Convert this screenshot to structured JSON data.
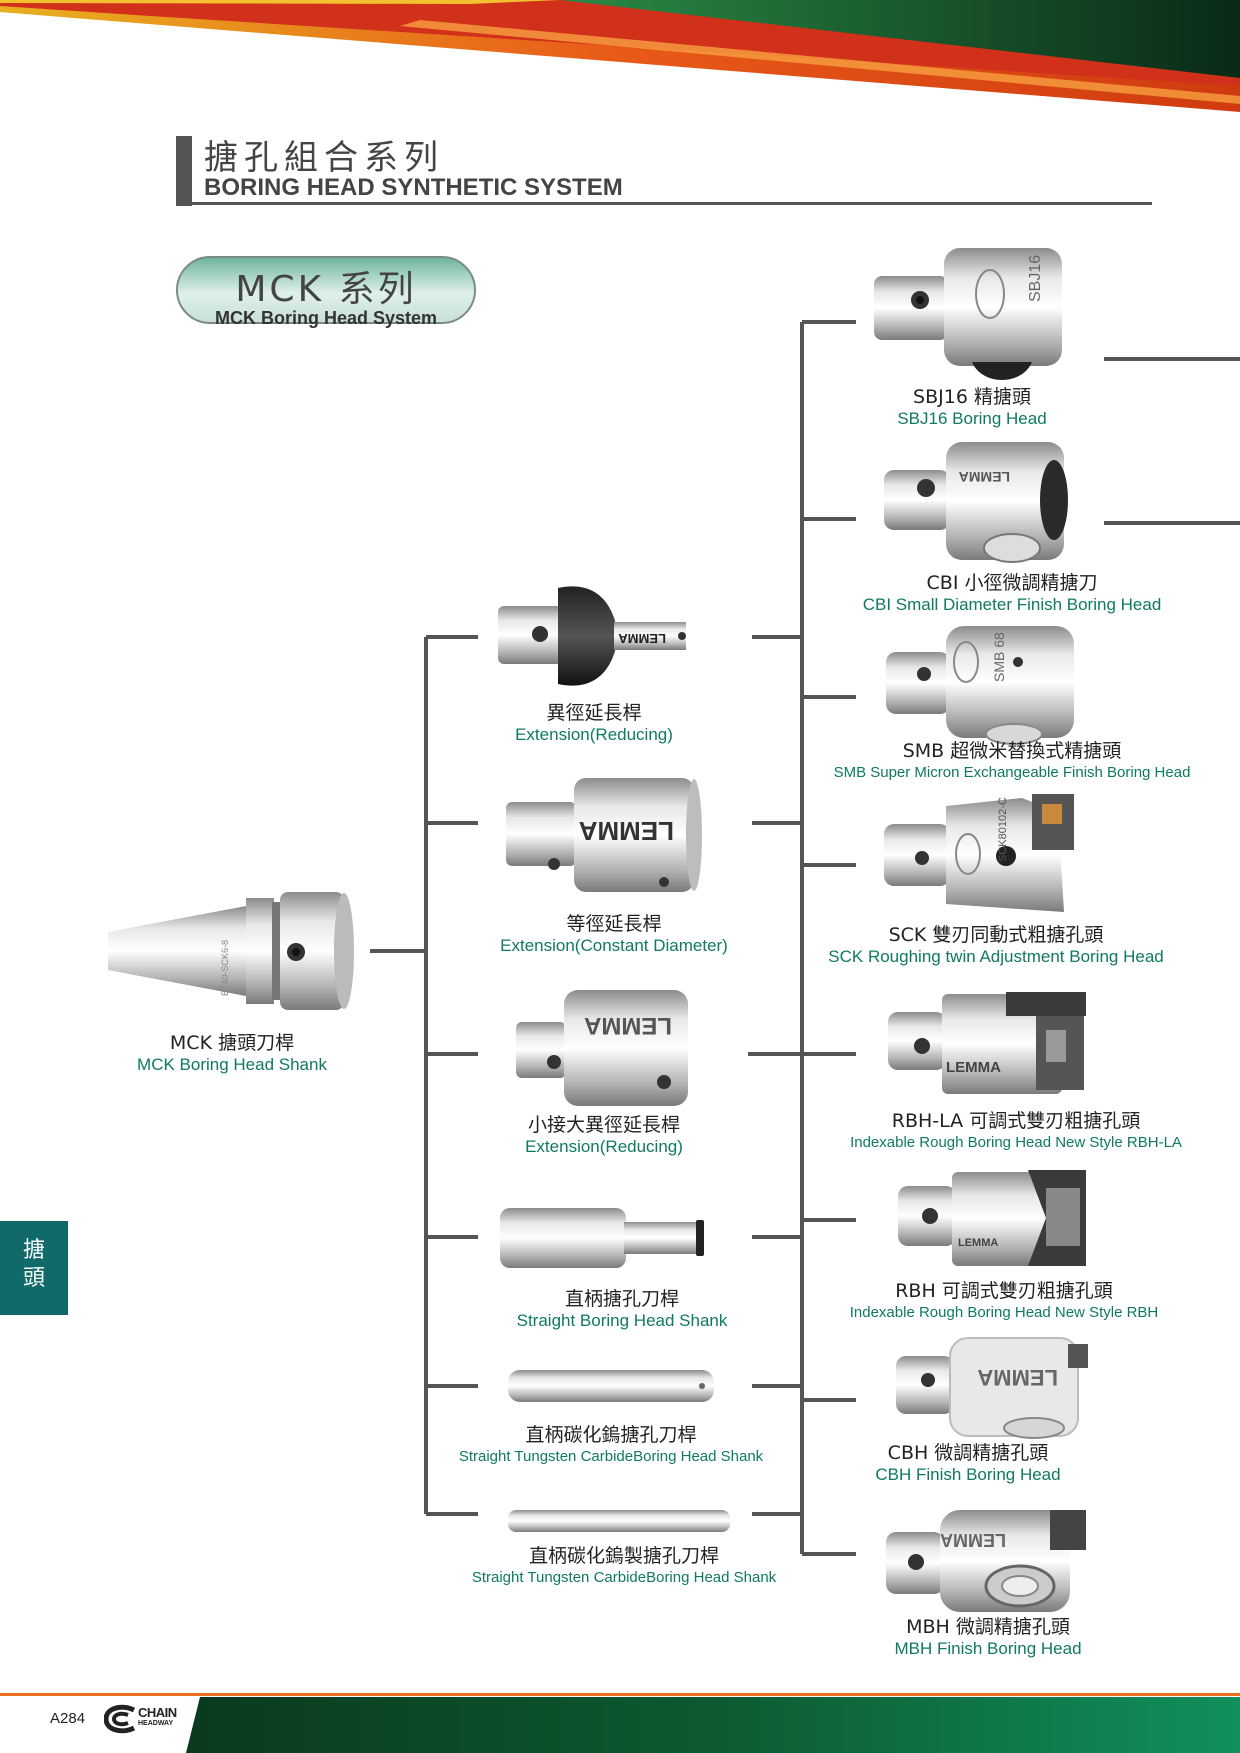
{
  "header": {
    "title_zh": "搪孔組合系列",
    "title_en": "BORING HEAD SYNTHETIC SYSTEM"
  },
  "series": {
    "title_zh": "MCK 系列",
    "title_en": "MCK Boring Head System"
  },
  "root": {
    "zh": "MCK 搪頭刀桿",
    "en": "MCK Boring Head Shank",
    "engraving": "BT40-SCK6-8"
  },
  "middle": [
    {
      "zh": "異徑延長桿",
      "en": "Extension(Reducing)",
      "engraving": "LEMMA"
    },
    {
      "zh": "等徑延長桿",
      "en": "Extension(Constant Diameter)",
      "engraving": "LEMMA"
    },
    {
      "zh": "小接大異徑延長桿",
      "en": "Extension(Reducing)",
      "engraving": "LEMMA"
    },
    {
      "zh": "直柄搪孔刀桿",
      "en": "Straight Boring Head Shank"
    },
    {
      "zh": "直柄碳化鎢搪孔刀桿",
      "en": "Straight Tungsten CarbideBoring Head Shank"
    },
    {
      "zh": "直柄碳化鎢製搪孔刀桿",
      "en": "Straight Tungsten CarbideBoring Head Shank"
    }
  ],
  "heads": [
    {
      "zh": "SBJ16 精搪頭",
      "en": "SBJ16 Boring Head",
      "engraving": "SBJ16"
    },
    {
      "zh": "CBI 小徑微調精搪刀",
      "en": "CBI Small Diameter Finish Boring Head",
      "engraving": "LEMMA"
    },
    {
      "zh": "SMB 超微米替換式精搪頭",
      "en": "SMB Super Micron Exchangeable Finish Boring Head",
      "engraving": "SMB 68"
    },
    {
      "zh": "SCK 雙刃同動式粗搪孔頭",
      "en": "SCK Roughing twin Adjustment Boring Head",
      "engraving": "SCK80102-C"
    },
    {
      "zh": "RBH-LA 可調式雙刃粗搪孔頭",
      "en": "Indexable Rough Boring Head New Style RBH-LA",
      "engraving": "LEMMA"
    },
    {
      "zh": "RBH 可調式雙刃粗搪孔頭",
      "en": "Indexable Rough Boring Head New Style RBH",
      "engraving": "LEMMA"
    },
    {
      "zh": "CBH 微調精搪孔頭",
      "en": "CBH Finish Boring Head",
      "engraving": "LEMMA"
    },
    {
      "zh": "MBH 微調精搪孔頭",
      "en": "MBH Finish Boring Head",
      "engraving": "LEMMA"
    }
  ],
  "side_tab": {
    "line1": "搪",
    "line2": "頭"
  },
  "footer": {
    "page_number": "A284",
    "brand": "CHAIN",
    "brand_sub": "HEADWAY"
  },
  "colors": {
    "accent_green": "#0f7a5e",
    "side_tab": "#106a6a",
    "band_orange": "#e8701c",
    "band_dark_green": "#0c3b22",
    "connector": "#555555"
  }
}
